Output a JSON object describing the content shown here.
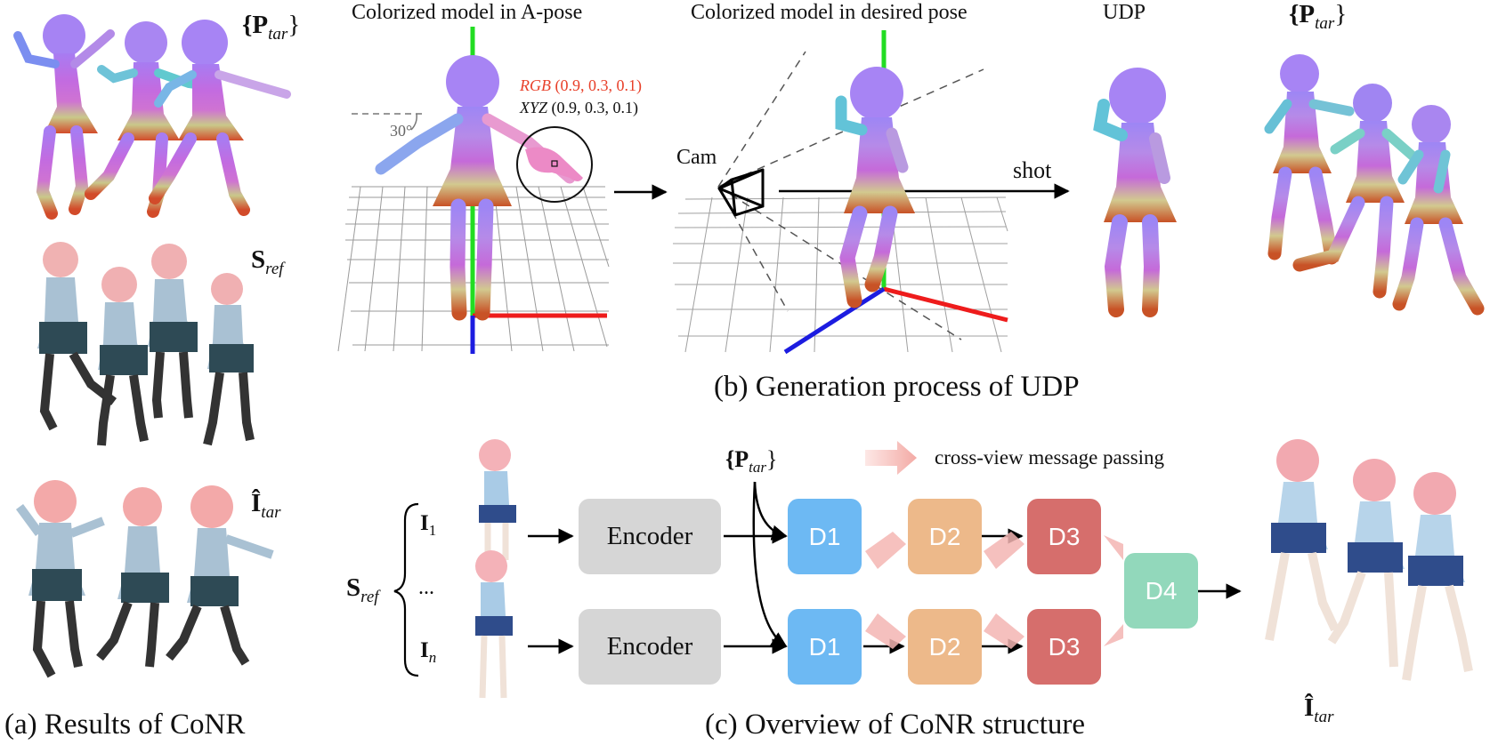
{
  "panel_a": {
    "caption": "(a) Results of CoNR",
    "label_ptar": "{P",
    "label_ptar_sub": "tar",
    "label_ptar_close": "}",
    "label_sref": "S",
    "label_sref_sub": "ref",
    "label_itar": "Î",
    "label_itar_sub": "tar"
  },
  "panel_b": {
    "caption": "(b) Generation process of UDP",
    "heading_apose": "Colorized model in A-pose",
    "heading_desired": "Colorized model in desired pose",
    "heading_udp": "UDP",
    "heading_ptar": "{P",
    "heading_ptar_sub": "tar",
    "heading_ptar_close": "}",
    "rgb_label": "RGB",
    "rgb_value": "(0.9, 0.3, 0.1)",
    "xyz_label": "XYZ",
    "xyz_value": "(0.9, 0.3, 0.1)",
    "angle_label": "30°",
    "cam_label": "Cam",
    "shot_label": "shot"
  },
  "panel_c": {
    "caption": "(c) Overview of CoNR structure",
    "sref": "S",
    "sref_sub": "ref",
    "i1": "I",
    "i1_sub": "1",
    "dots": "...",
    "in": "I",
    "in_sub": "n",
    "ptar": "{P",
    "ptar_sub": "tar",
    "ptar_close": "}",
    "legend": "cross-view message passing",
    "encoder_top": "Encoder",
    "encoder_bottom": "Encoder",
    "d1_top": "D1",
    "d1_bottom": "D1",
    "d2_top": "D2",
    "d2_bottom": "D2",
    "d3_top": "D3",
    "d3_bottom": "D3",
    "d4": "D4",
    "itar": "Î",
    "itar_sub": "tar"
  },
  "colors": {
    "x_axis": "#ee1c1c",
    "y_axis": "#22dd22",
    "z_axis": "#1c1ce0",
    "rgb_text": "#e8402a",
    "d1": "#6db9f3",
    "d2": "#edb98a",
    "d3": "#d66e6c",
    "d4": "#92d8bb",
    "encoder": "#d6d6d6",
    "message_arrow": "#f3b3b0"
  }
}
